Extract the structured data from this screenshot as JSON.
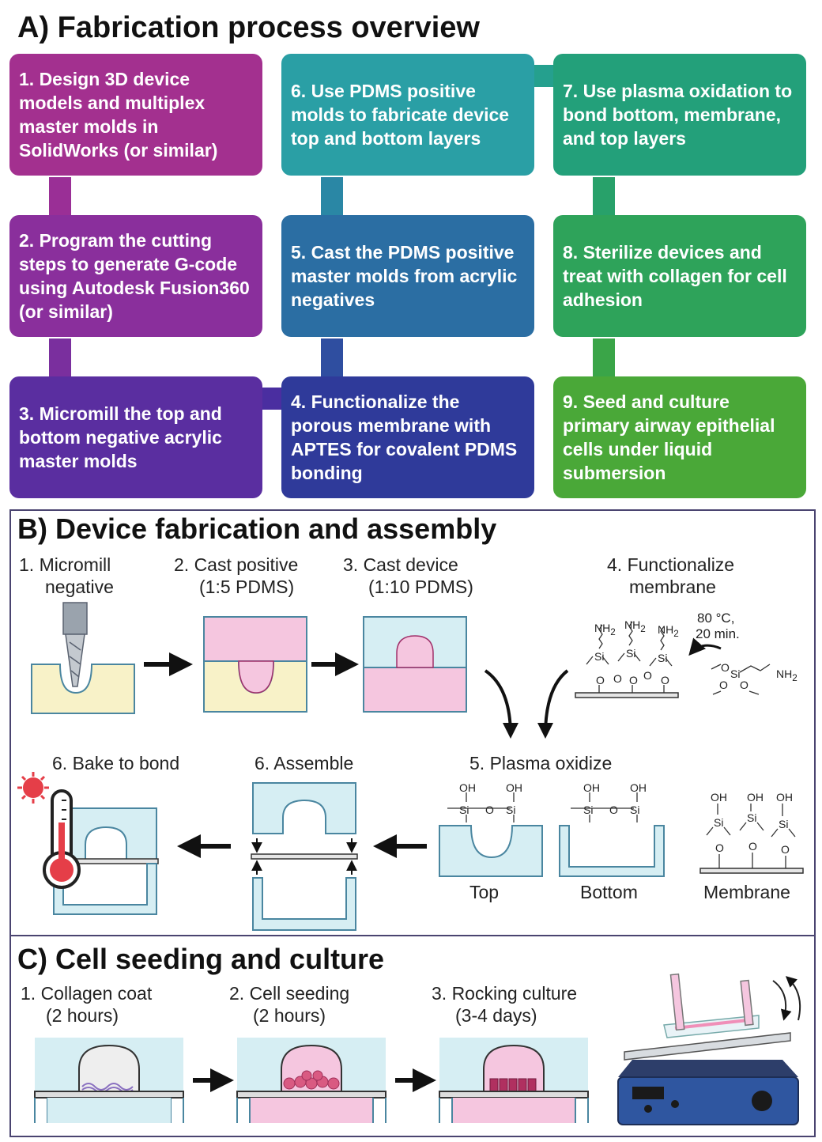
{
  "section_a": {
    "title": "A) Fabrication process overview",
    "steps": [
      {
        "text": "1. Design 3D device models and multiplex master molds in SolidWorks (or similar)",
        "color": "#a3308f"
      },
      {
        "text": "2. Program the cutting steps to generate G-code using Autodesk Fusion360 (or similar)",
        "color": "#8a2f9c"
      },
      {
        "text": "3. Micromill the top and bottom negative acrylic master molds",
        "color": "#5a2ea0"
      },
      {
        "text": "4. Functionalize the porous membrane with APTES for covalent PDMS bonding",
        "color": "#2f3a9a"
      },
      {
        "text": "5. Cast the PDMS positive master molds from acrylic negatives",
        "color": "#2b6ea3"
      },
      {
        "text": "6. Use PDMS positive molds to fabricate device top and bottom layers",
        "color": "#2a9fa5"
      },
      {
        "text": "7. Use plasma oxidation to bond bottom, membrane, and top layers",
        "color": "#23a07a"
      },
      {
        "text": "8. Sterilize devices and treat with collagen for cell adhesion",
        "color": "#2ea35a"
      },
      {
        "text": "9. Seed and culture primary airway epithelial cells under liquid submersion",
        "color": "#4aa838"
      }
    ]
  },
  "section_b": {
    "title": "B) Device fabrication and assembly",
    "step1": [
      "1.  Micromill",
      "negative"
    ],
    "step2": [
      "2. Cast positive",
      "(1:5 PDMS)"
    ],
    "step3": [
      "3. Cast device",
      "(1:10 PDMS)"
    ],
    "step4": [
      "4. Functionalize",
      "membrane"
    ],
    "condition": [
      "80 °C,",
      "20 min."
    ],
    "step5": "5. Plasma oxidize",
    "step6a": "6. Assemble",
    "step6b": "6. Bake to bond",
    "part_top": "Top",
    "part_bottom": "Bottom",
    "part_membrane": "Membrane",
    "chem": {
      "nh2": "NH",
      "oh": "OH",
      "si": "Si",
      "o": "O"
    }
  },
  "section_c": {
    "title": "C) Cell seeding and culture",
    "step1": [
      "1.  Collagen coat",
      "(2 hours)"
    ],
    "step2": [
      "2. Cell seeding",
      "(2 hours)"
    ],
    "step3": [
      "3. Rocking culture",
      "(3-4 days)"
    ]
  },
  "colors": {
    "pdms_blue": "#d6eef3",
    "acrylic_yellow": "#f8f2c8",
    "pink": "#f5c6df",
    "outline_blue": "#4a86a0",
    "arrow": "#111111"
  }
}
